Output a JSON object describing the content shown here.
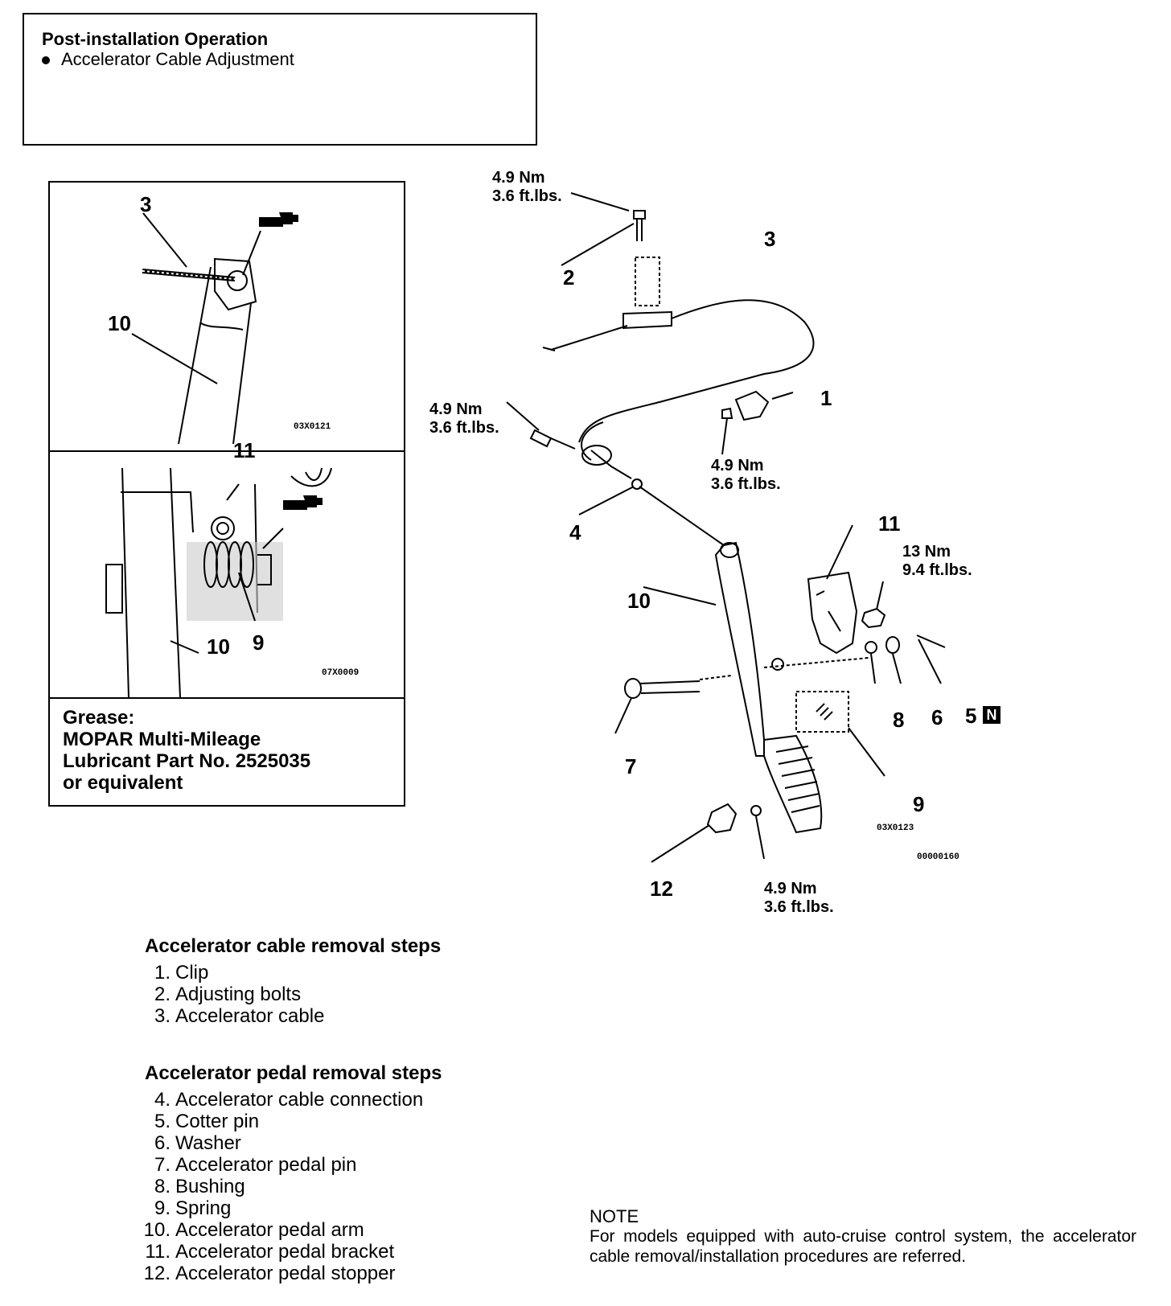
{
  "post_op": {
    "title": "Post-installation Operation",
    "item": "Accelerator Cable Adjustment"
  },
  "inset": {
    "top": {
      "label_3": "3",
      "label_10": "10",
      "code": "03X0121"
    },
    "bottom": {
      "label_11": "11",
      "label_10": "10",
      "label_9": "9",
      "code": "07X0009"
    },
    "grease": [
      "Grease:",
      "MOPAR Multi-Mileage",
      "Lubricant Part No. 2525035",
      "or equivalent"
    ]
  },
  "main": {
    "torque_a": [
      "4.9 Nm",
      "3.6 ft.lbs."
    ],
    "torque_b": [
      "4.9 Nm",
      "3.6 ft.lbs."
    ],
    "torque_c": [
      "4.9 Nm",
      "3.6 ft.lbs."
    ],
    "torque_d": [
      "13 Nm",
      "9.4 ft.lbs."
    ],
    "torque_e": [
      "4.9 Nm",
      "3.6 ft.lbs."
    ],
    "callouts": {
      "c1": "1",
      "c2": "2",
      "c3": "3",
      "c4": "4",
      "c5": "5",
      "c6": "6",
      "c7": "7",
      "c8": "8",
      "c9": "9",
      "c10": "10",
      "c11": "11",
      "c12": "12"
    },
    "n_mark": "N",
    "code": "03X0123",
    "fig_no": "00000160"
  },
  "cable_steps": {
    "heading": "Accelerator cable removal steps",
    "items": [
      {
        "n": "1.",
        "t": "Clip"
      },
      {
        "n": "2.",
        "t": "Adjusting bolts"
      },
      {
        "n": "3.",
        "t": "Accelerator cable"
      }
    ]
  },
  "pedal_steps": {
    "heading": "Accelerator pedal removal steps",
    "items": [
      {
        "n": "4.",
        "t": "Accelerator cable connection"
      },
      {
        "n": "5.",
        "t": "Cotter pin"
      },
      {
        "n": "6.",
        "t": "Washer"
      },
      {
        "n": "7.",
        "t": "Accelerator pedal pin"
      },
      {
        "n": "8.",
        "t": "Bushing"
      },
      {
        "n": "9.",
        "t": "Spring"
      },
      {
        "n": "10.",
        "t": "Accelerator pedal arm"
      },
      {
        "n": "11.",
        "t": "Accelerator pedal bracket"
      },
      {
        "n": "12.",
        "t": "Accelerator pedal stopper"
      }
    ]
  },
  "note": {
    "title": "NOTE",
    "text": "For models equipped with auto-cruise control system, the accelerator cable removal/installation procedures are referred."
  }
}
